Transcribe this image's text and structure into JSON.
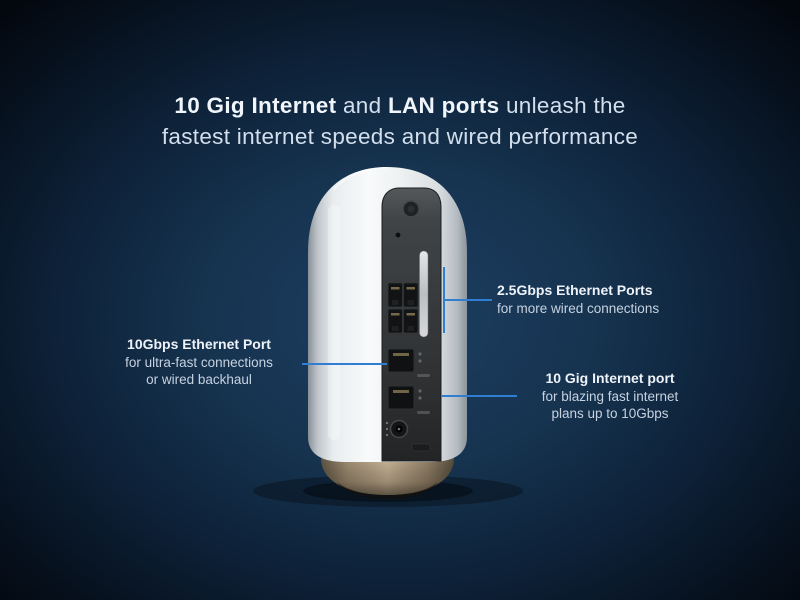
{
  "title": {
    "line1_bold1": "10 Gig Internet",
    "line1_mid": " and ",
    "line1_bold2": "LAN ports",
    "line1_end": " unleash the",
    "line2": "fastest internet speeds and wired performance"
  },
  "callouts": {
    "ethernet_2_5g": {
      "heading": "2.5Gbps Ethernet Ports",
      "line1": "for more wired connections"
    },
    "ethernet_10g": {
      "heading": "10Gbps Ethernet Port",
      "line1": "for ultra-fast connections",
      "line2": "or wired backhaul"
    },
    "internet_10g": {
      "heading": "10 Gig Internet port",
      "line1": "for blazing fast internet",
      "line2": "plans up to 10Gbps"
    }
  },
  "graphic": {
    "name": "wifi-router-rear-view"
  },
  "colors": {
    "background_center": "#1d3f63",
    "background_edge": "#03080f",
    "leader_line": "#2f7ed2",
    "title_text": "#d3dfec",
    "heading_text": "#eef3f9",
    "body_text": "#c6d2e0",
    "router_base_gold": "#c9b698"
  }
}
